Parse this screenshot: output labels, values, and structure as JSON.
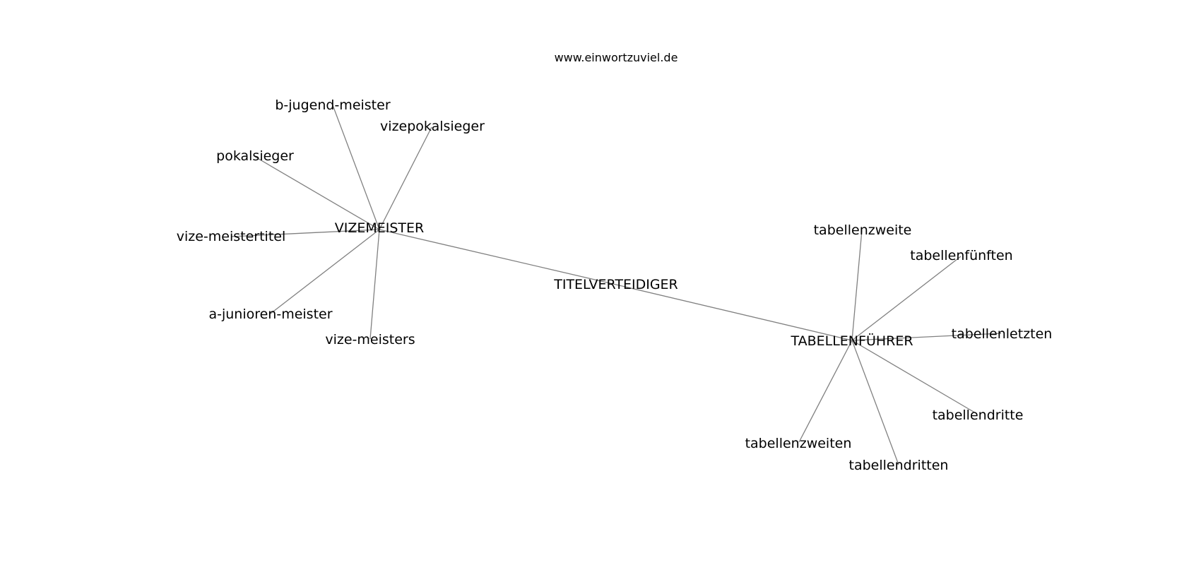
{
  "header": {
    "site": "www.einwortzuviel.de"
  },
  "graph": {
    "center": "TITELVERTEIDIGER",
    "hubs": [
      "VIZEMEISTER",
      "TABELLENFÜHRER"
    ],
    "nodes": {
      "vizemeister": "VIZEMEISTER",
      "titelverteidiger": "TITELVERTEIDIGER",
      "tabellenfuehrer": "TABELLENFÜHRER",
      "b_jugend_meister": "b-jugend-meister",
      "vizepokalsieger": "vizepokalsieger",
      "pokalsieger": "pokalsieger",
      "vize_meistertitel": "vize-meistertitel",
      "a_junioren_meister": "a-junioren-meister",
      "vize_meisters": "vize-meisters",
      "tabellenzweite": "tabellenzweite",
      "tabellenfuenften": "tabellenfünften",
      "tabellenletzten": "tabellenletzten",
      "tabellendritte": "tabellendritte",
      "tabellenzweiten": "tabellenzweiten",
      "tabellendritten": "tabellendritten"
    },
    "edges": [
      [
        "VIZEMEISTER",
        "TITELVERTEIDIGER"
      ],
      [
        "TITELVERTEIDIGER",
        "TABELLENFÜHRER"
      ],
      [
        "VIZEMEISTER",
        "b-jugend-meister"
      ],
      [
        "VIZEMEISTER",
        "vizepokalsieger"
      ],
      [
        "VIZEMEISTER",
        "pokalsieger"
      ],
      [
        "VIZEMEISTER",
        "vize-meistertitel"
      ],
      [
        "VIZEMEISTER",
        "a-junioren-meister"
      ],
      [
        "VIZEMEISTER",
        "vize-meisters"
      ],
      [
        "TABELLENFÜHRER",
        "tabellenzweite"
      ],
      [
        "TABELLENFÜHRER",
        "tabellenfünften"
      ],
      [
        "TABELLENFÜHRER",
        "tabellenletzten"
      ],
      [
        "TABELLENFÜHRER",
        "tabellendritte"
      ],
      [
        "TABELLENFÜHRER",
        "tabellenzweiten"
      ],
      [
        "TABELLENFÜHRER",
        "tabellendritten"
      ]
    ],
    "edge_color": "#808080",
    "text_color": "#000000"
  }
}
